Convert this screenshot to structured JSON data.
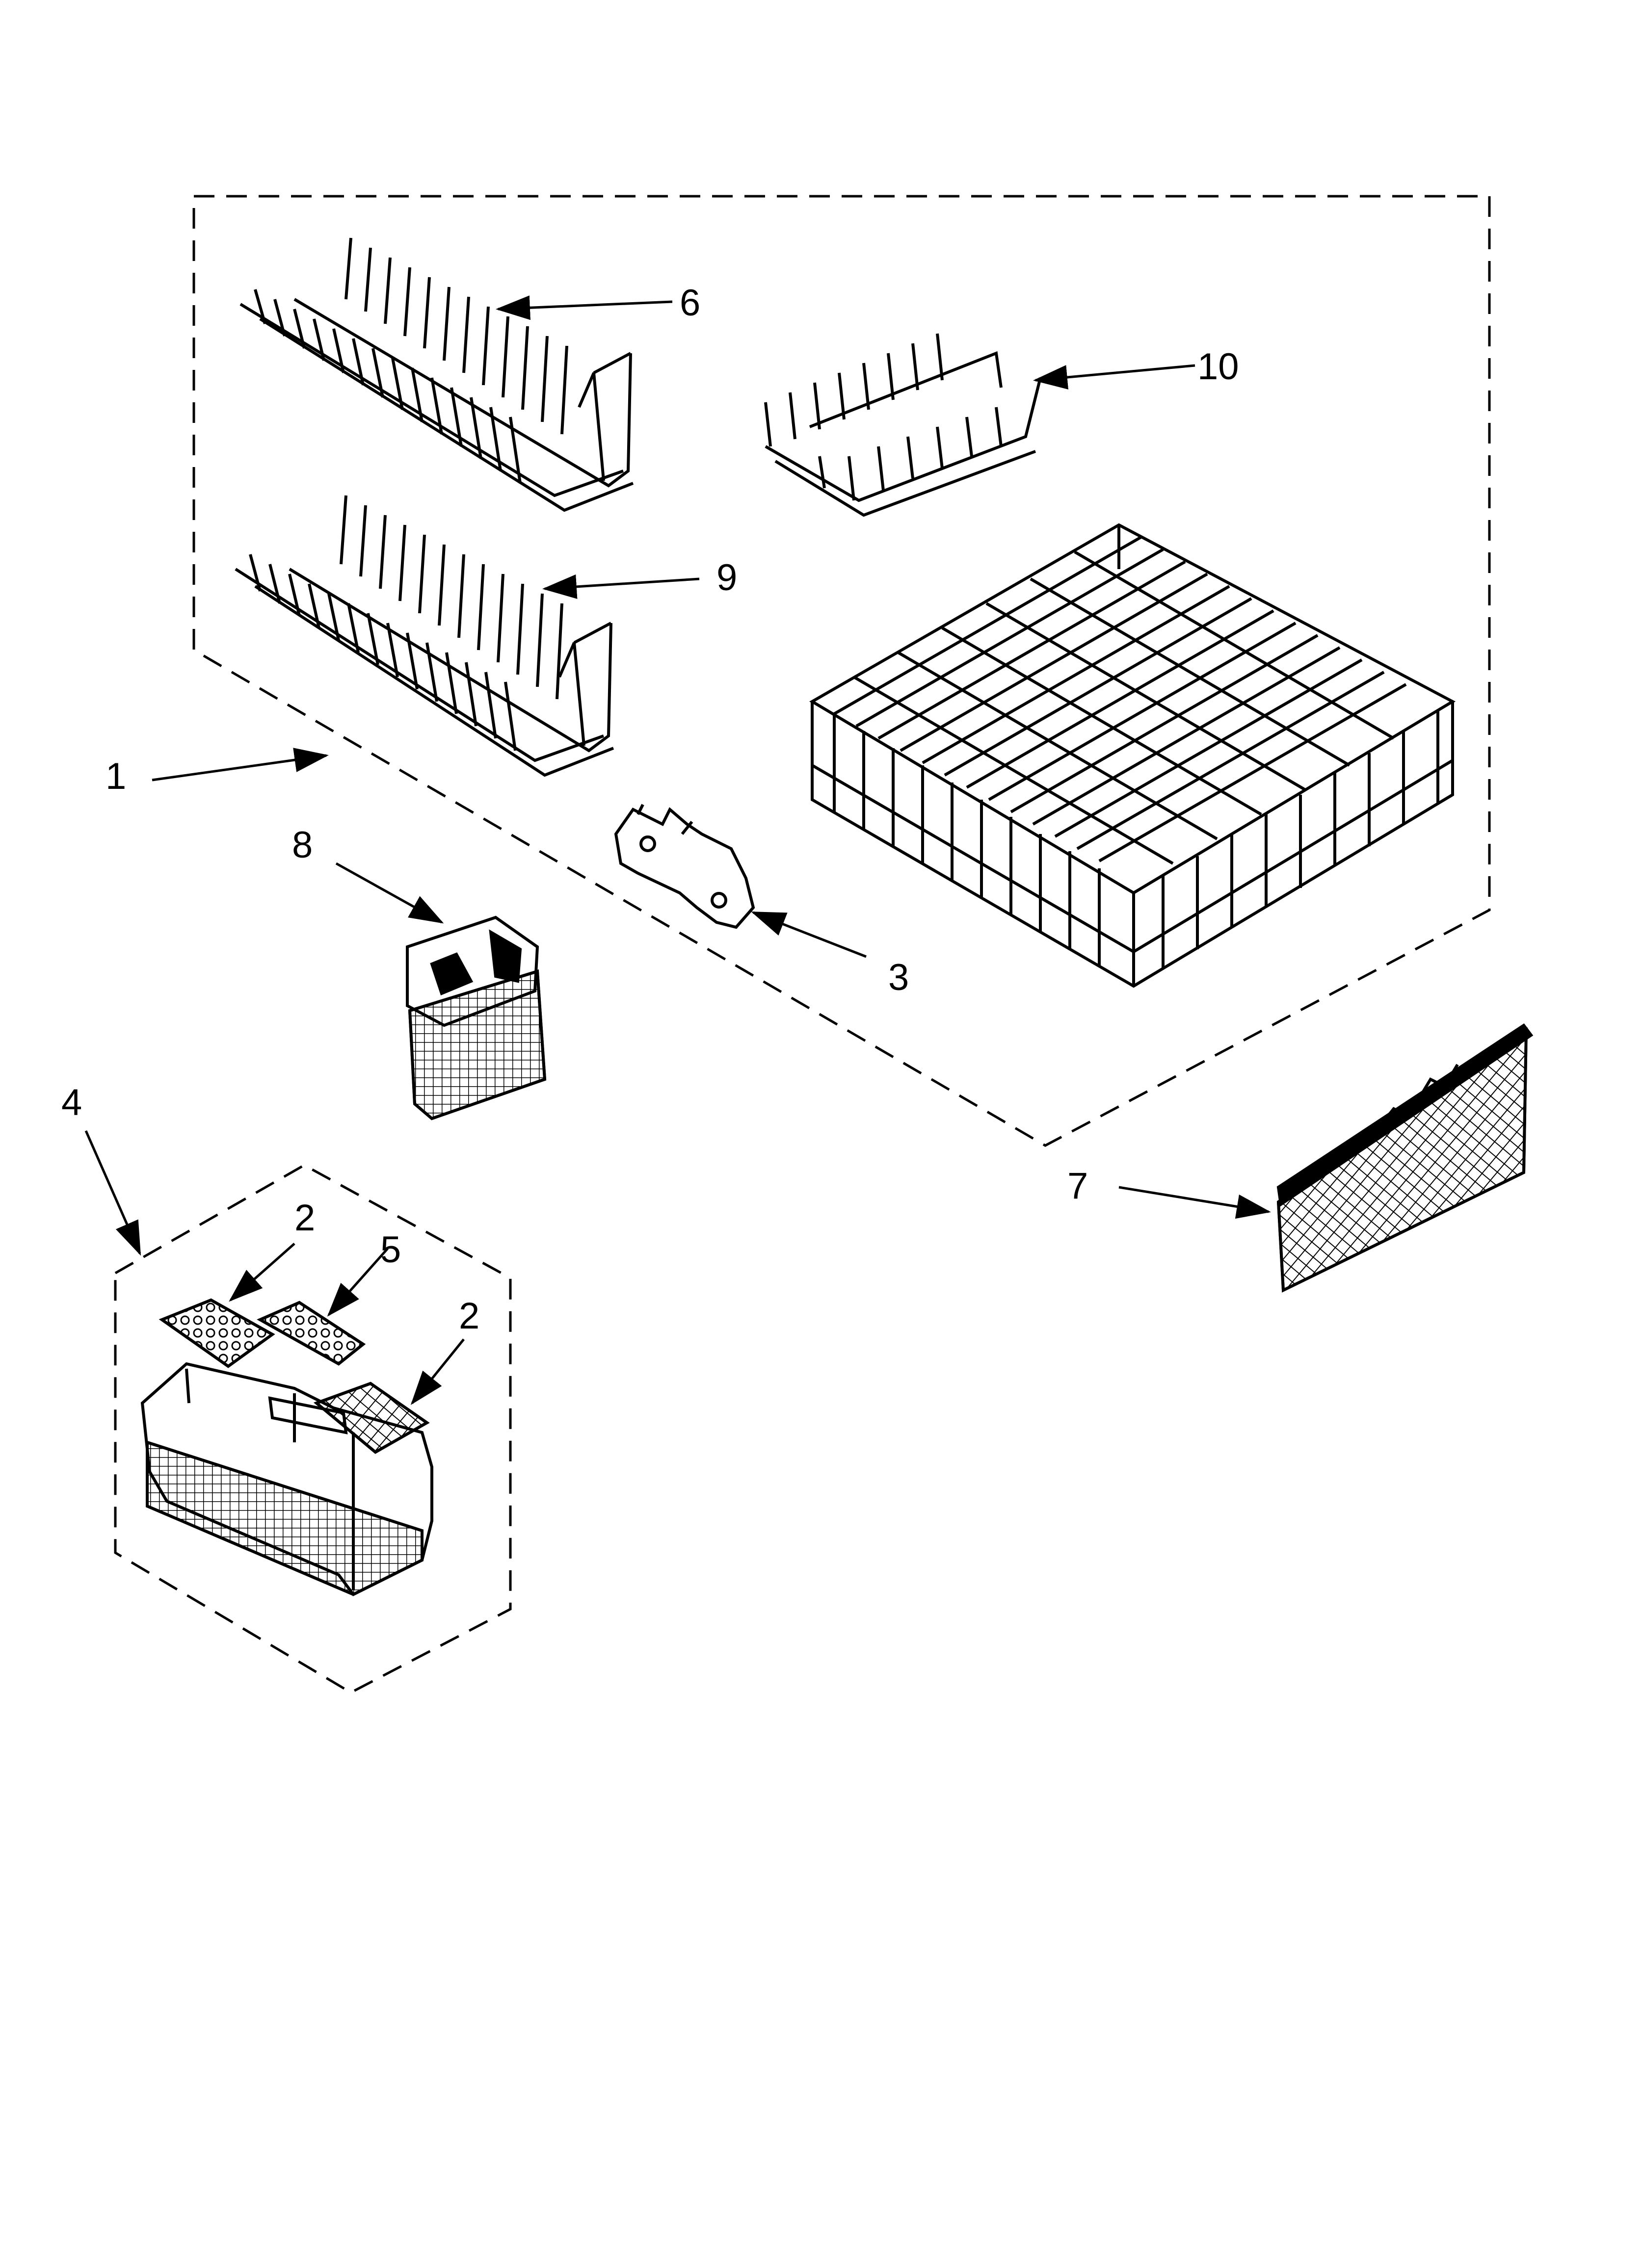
{
  "diagram": {
    "line_color": "#000000",
    "background": "#ffffff",
    "callouts": {
      "c1": "1",
      "c2a": "2",
      "c2b": "2",
      "c3": "3",
      "c4": "4",
      "c5": "5",
      "c6": "6",
      "c7": "7",
      "c8": "8",
      "c9": "9",
      "c10": "10"
    },
    "parts": [
      {
        "callout": "1",
        "icon": "dishrack-assembly-icon"
      },
      {
        "callout": "2",
        "icon": "basket-lid-icon"
      },
      {
        "callout": "3",
        "icon": "rack-clip-icon"
      },
      {
        "callout": "4",
        "icon": "silverware-basket-assembly-icon"
      },
      {
        "callout": "5",
        "icon": "basket-lid-small-icon"
      },
      {
        "callout": "6",
        "icon": "tine-row-icon"
      },
      {
        "callout": "7",
        "icon": "mesh-panel-icon"
      },
      {
        "callout": "8",
        "icon": "small-basket-icon"
      },
      {
        "callout": "9",
        "icon": "tine-row-icon"
      },
      {
        "callout": "10",
        "icon": "small-tine-row-icon"
      }
    ]
  }
}
